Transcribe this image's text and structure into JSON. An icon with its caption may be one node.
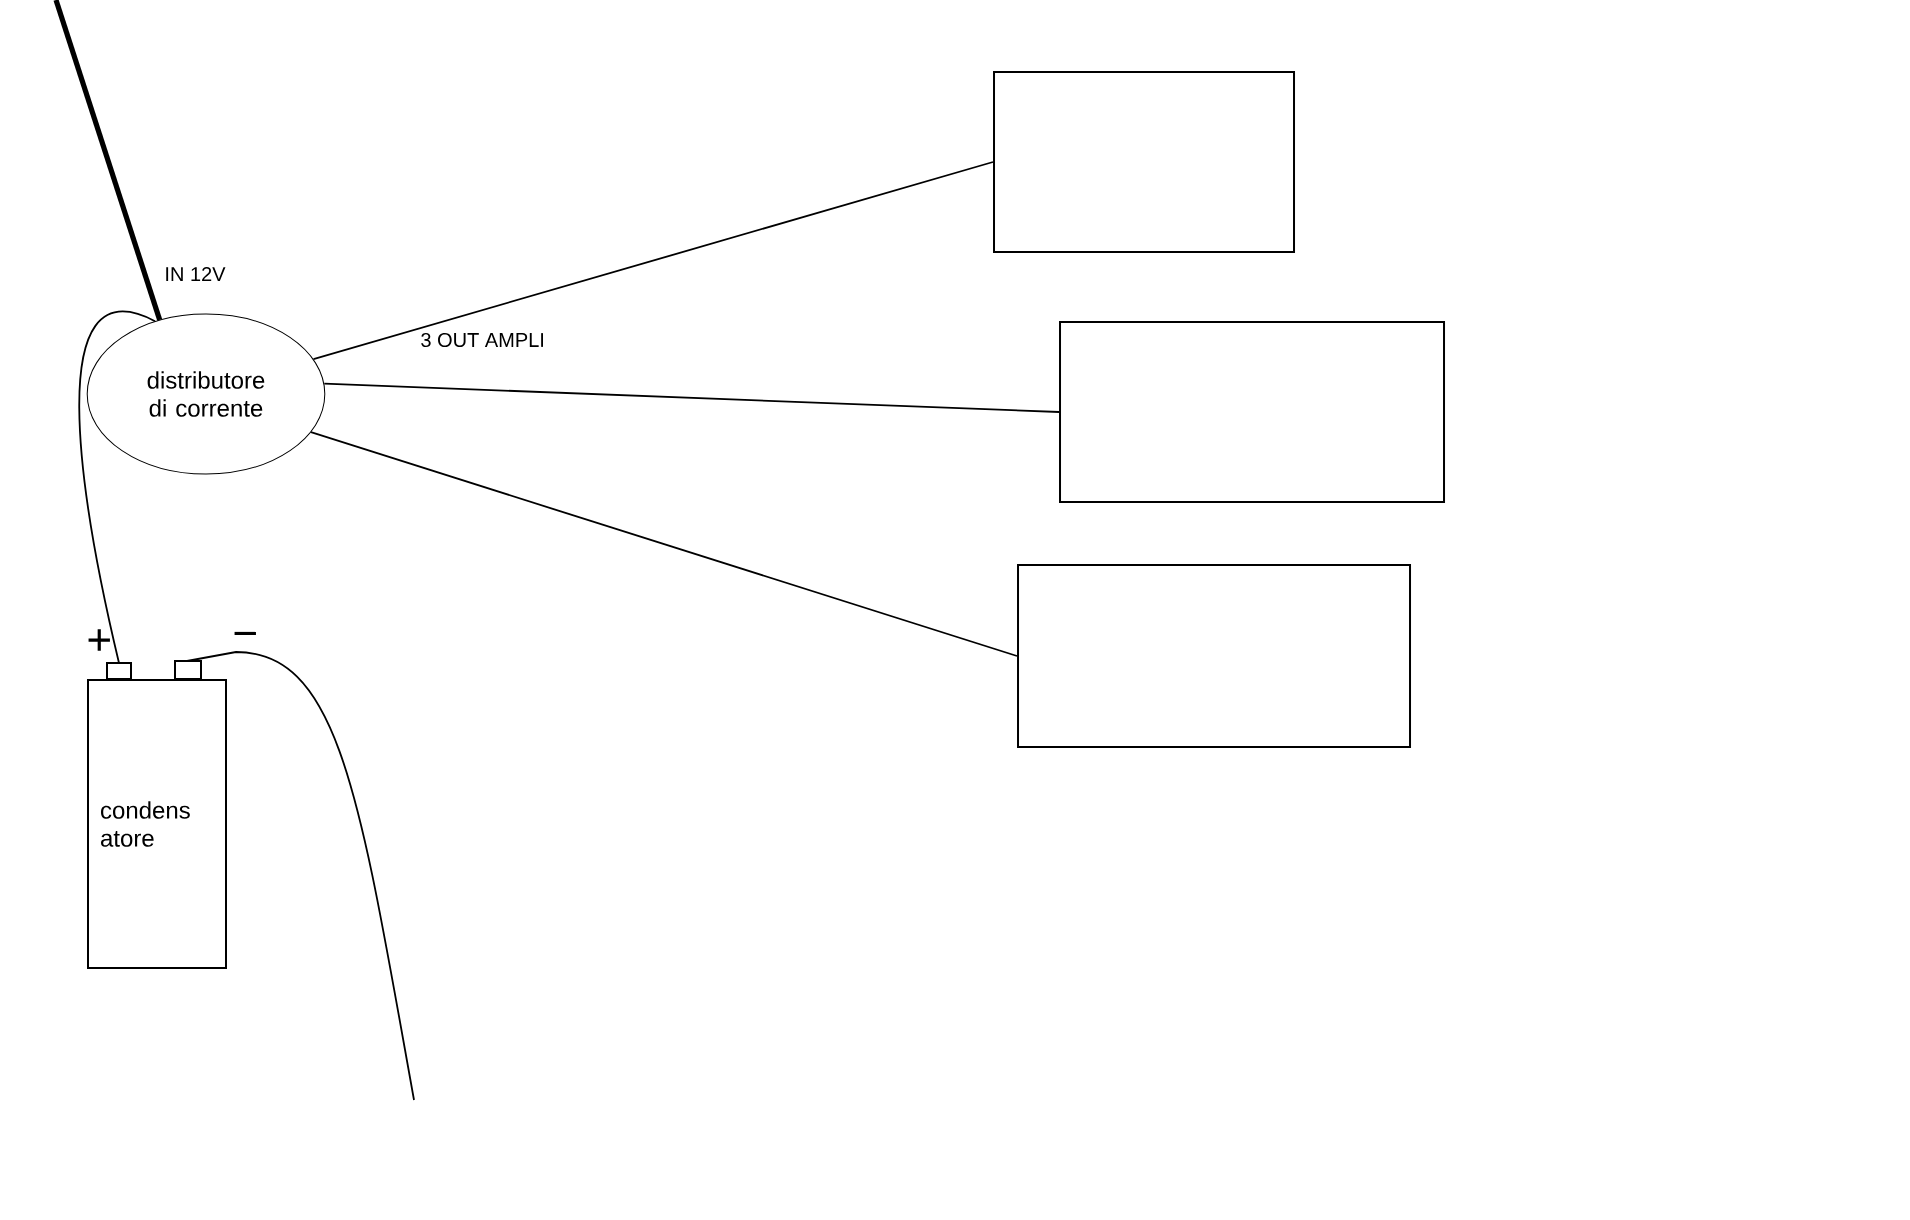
{
  "diagram": {
    "nodes": [
      {
        "text": [
          "distributore di corrente"
        ]
      },
      {
        "text": [],
        "shape": "box"
      },
      {
        "text": [],
        "shape": "box"
      },
      {
        "text": [],
        "shape": "box"
      },
      {
        "text": [
          "condens atore"
        ]
      }
    ],
    "edges": [
      {
        "from": 0,
        "to": 1,
        "arrow": "none"
      },
      {
        "from": 0,
        "to": 2,
        "arrow": "none"
      },
      {
        "from": 0,
        "to": 3,
        "arrow": "none"
      },
      {
        "from": 0,
        "to": 4,
        "arrow": "none"
      },
      {
        "from": null,
        "to": 0,
        "arrow": "none",
        "style": "thick"
      },
      {
        "from": 4,
        "to": null,
        "arrow": "none"
      }
    ],
    "labels": [
      "IN 12V",
      "3 OUT AMPLI",
      "+",
      "−"
    ]
  }
}
